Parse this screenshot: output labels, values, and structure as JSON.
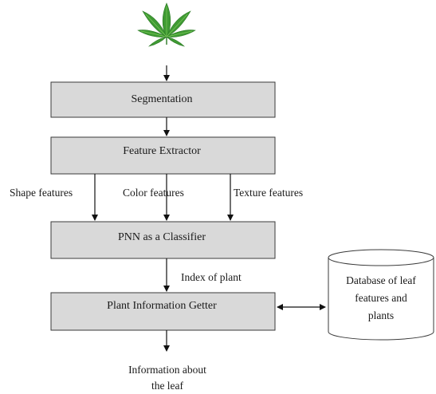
{
  "diagram": {
    "nodes": {
      "segmentation": "Segmentation",
      "feature_extractor": "Feature Extractor",
      "classifier": "PNN as a Classifier",
      "info_getter": "Plant Information Getter",
      "database": [
        "Database of leaf",
        "features and",
        "plants"
      ],
      "output": [
        "Information about",
        "the leaf"
      ]
    },
    "edges": {
      "shape": "Shape features",
      "color": "Color features",
      "texture": "Texture features",
      "index": "Index of plant"
    },
    "colors": {
      "box_fill": "#d9d9d9",
      "box_stroke": "#3a3a3a",
      "leaf_dark": "#2f8a2b",
      "leaf_light": "#6fc24a",
      "arrow": "#111111"
    }
  }
}
